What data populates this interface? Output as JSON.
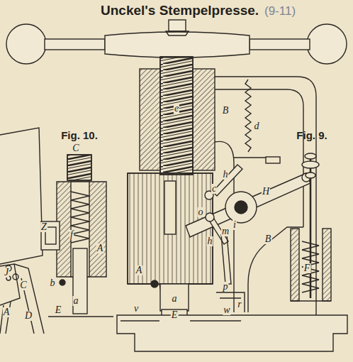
{
  "diagram": {
    "title": "Unckel's Stempelpresse.",
    "labels": [
      "(9-11)",
      "Fig. 10.",
      "Fig. 9.",
      "C",
      "Z",
      "f",
      "A",
      "b",
      "a",
      "E",
      "J",
      "C",
      "A",
      "D",
      "e",
      "B",
      "d",
      "h",
      "c",
      "H",
      "i",
      "o",
      "m",
      "h",
      "B",
      "A",
      "p",
      "r",
      "w",
      "v",
      "a",
      "E",
      "F"
    ]
  }
}
